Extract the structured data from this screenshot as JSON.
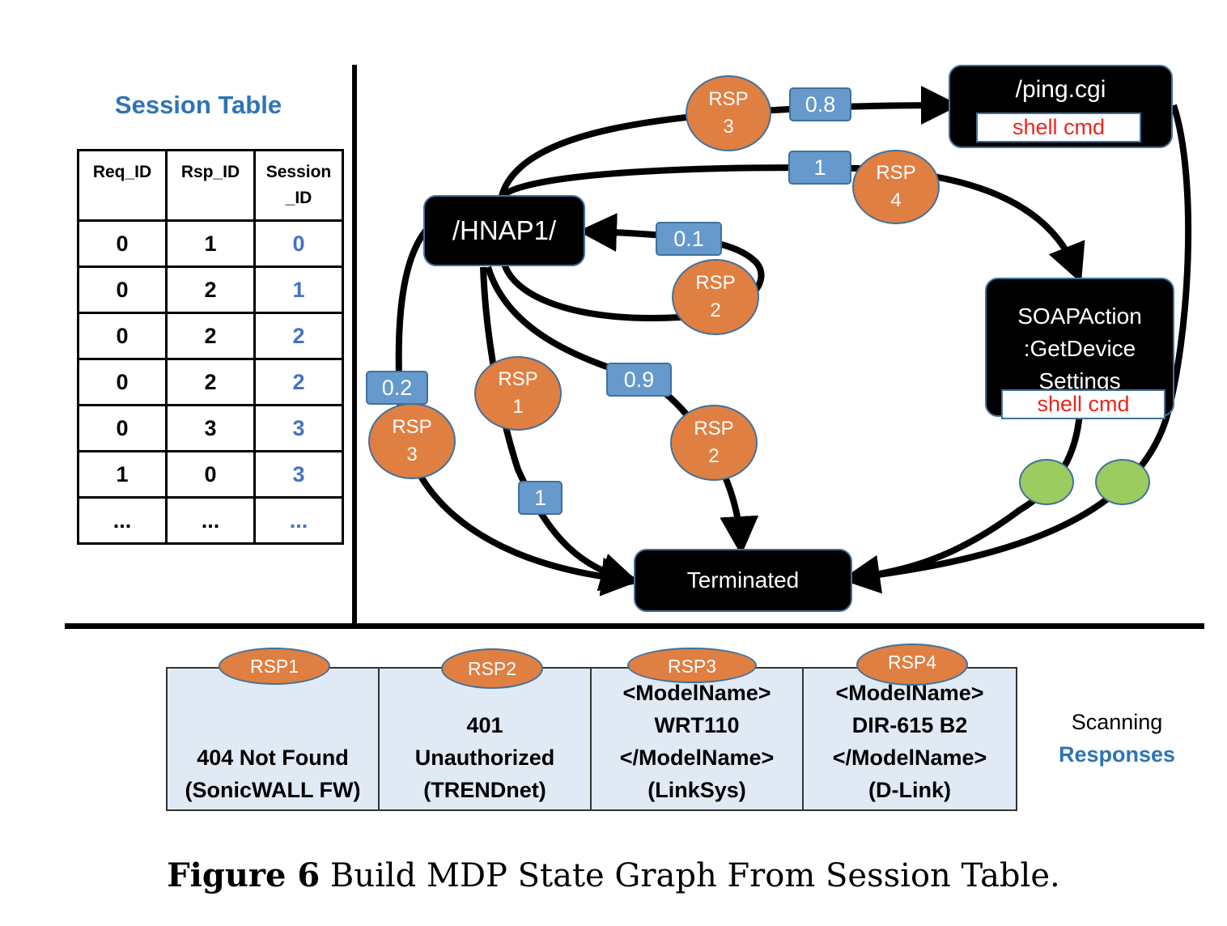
{
  "session_table": {
    "title": "Session Table",
    "headers": [
      "Req_ID",
      "Rsp_ID",
      "Session\n_ID"
    ],
    "rows": [
      [
        "0",
        "1",
        "0"
      ],
      [
        "0",
        "2",
        "1"
      ],
      [
        "0",
        "2",
        "2"
      ],
      [
        "0",
        "2",
        "2"
      ],
      [
        "0",
        "3",
        "3"
      ],
      [
        "1",
        "0",
        "3"
      ],
      [
        "...",
        "...",
        "..."
      ]
    ]
  },
  "graph": {
    "states": {
      "hnap": "/HNAP1/",
      "ping": "/ping.cgi",
      "ping_shell": "shell cmd",
      "soap_line1": "SOAPAction",
      "soap_line2": ":GetDevice",
      "soap_line3": "Settings",
      "soap_shell": "shell cmd",
      "terminated": "Terminated"
    },
    "transitions": [
      {
        "from": "/HNAP1/",
        "to": "/ping.cgi",
        "response": "RSP 3",
        "probability": "0.8"
      },
      {
        "from": "/HNAP1/",
        "to": "SOAPAction:GetDeviceSettings",
        "response": "RSP 4",
        "probability": "1"
      },
      {
        "from": "/HNAP1/",
        "to": "/HNAP1/",
        "response": "RSP 2",
        "probability": "0.1"
      },
      {
        "from": "/HNAP1/",
        "to": "Terminated",
        "response": "RSP 3",
        "probability": "0.2"
      },
      {
        "from": "/HNAP1/",
        "to": "Terminated",
        "response": "RSP 1",
        "probability": "1"
      },
      {
        "from": "/HNAP1/",
        "to": "Terminated",
        "response": "RSP 2",
        "probability": "0.9"
      },
      {
        "from": "SOAPAction:GetDeviceSettings",
        "to": "Terminated",
        "response": "",
        "probability": ""
      },
      {
        "from": "/ping.cgi",
        "to": "Terminated",
        "response": "",
        "probability": ""
      }
    ],
    "rsp_labels": {
      "rsp3_top": [
        "RSP",
        "3"
      ],
      "rsp4": [
        "RSP",
        "4"
      ],
      "rsp2_loop": [
        "RSP",
        "2"
      ],
      "rsp3_left": [
        "RSP",
        "3"
      ],
      "rsp1": [
        "RSP",
        "1"
      ],
      "rsp2_term": [
        "RSP",
        "2"
      ]
    },
    "prob_labels": {
      "p_ping": "0.8",
      "p_soap": "1",
      "p_loop": "0.1",
      "p_rsp3": "0.2",
      "p_rsp1": "1",
      "p_rsp2": "0.9"
    }
  },
  "responses": {
    "items": [
      {
        "badge": "RSP1",
        "lines": [
          "404 Not Found",
          "(SonicWALL FW)"
        ]
      },
      {
        "badge": "RSP2",
        "lines": [
          "401",
          "Unauthorized",
          "(TRENDnet)"
        ]
      },
      {
        "badge": "RSP3",
        "lines": [
          "<ModelName>",
          "WRT110",
          "</ModelName>",
          "(LinkSys)"
        ]
      },
      {
        "badge": "RSP4",
        "lines": [
          "<ModelName>",
          "DIR-615 B2",
          "</ModelName>",
          "(D-Link)"
        ]
      }
    ],
    "label_line1": "Scanning",
    "label_line2": "Responses"
  },
  "caption": {
    "figure": "Figure 6",
    "text": " Build MDP State Graph From Session Table."
  },
  "colors": {
    "accent_blue": "#2e74b5",
    "session_id_blue": "#4472c4",
    "rsp_orange": "#e07f42",
    "prob_blue": "#6699cc",
    "shell_red": "#e8271f",
    "end_green": "#9ccb60",
    "response_bg": "#dfeaf5"
  }
}
